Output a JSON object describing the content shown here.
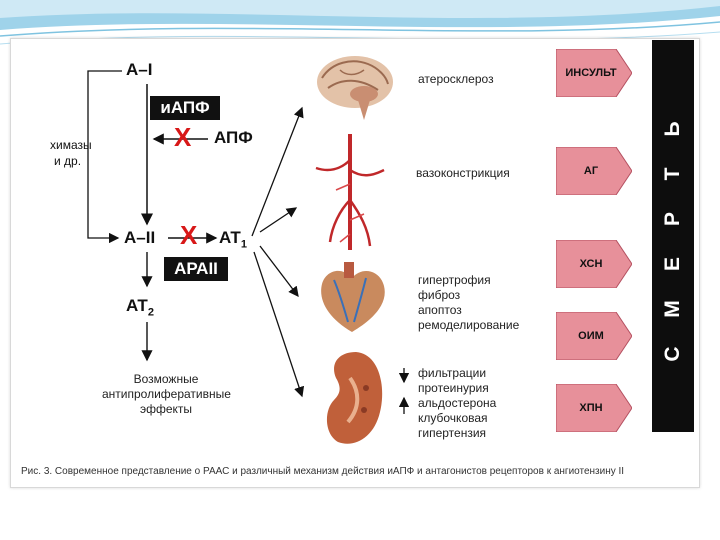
{
  "diagram": {
    "a1": "A–I",
    "iapf": "иАПФ",
    "apf": "АПФ",
    "chymases_line1": "химазы",
    "chymases_line2": "и др.",
    "a2": "А–II",
    "at1_main": "АТ",
    "at1_sub": "1",
    "arb": "АРАII",
    "at2_main": "АТ",
    "at2_sub": "2",
    "block_mark": "X",
    "antiprolif": [
      "Возможные",
      "антипролиферативные",
      "эффекты"
    ]
  },
  "effects": {
    "brain": "атеросклероз",
    "vessels": "вазоконстрикция",
    "heart": [
      "гипертрофия",
      "фиброз",
      "апоптоз",
      "ремоделирование"
    ],
    "kidney": [
      "фильтрации",
      "протеинурия",
      "альдостерона",
      "клубочковая",
      "гипертензия"
    ]
  },
  "outcomes": [
    "ИНСУЛЬТ",
    "АГ",
    "ХСН",
    "ОИМ",
    "ХПН"
  ],
  "death_letters": [
    "С",
    "М",
    "Е",
    "Р",
    "Т",
    "Ь"
  ],
  "caption": "Рис. 3. Современное представление о РААС и различный механизм действия иАПФ и антагонистов рецепторов к ангиотензину II",
  "colors": {
    "outcome_fill": "#e7909a",
    "block_red": "#d81818",
    "death_bg": "#0d0d0d"
  }
}
